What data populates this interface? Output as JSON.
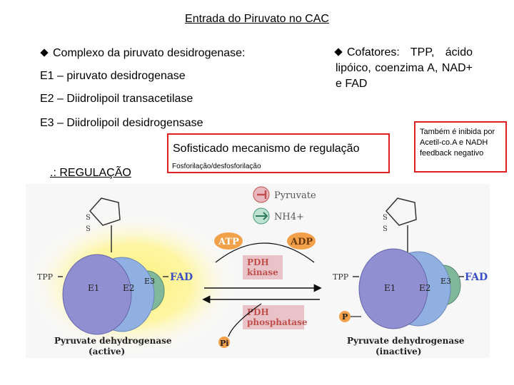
{
  "slide": {
    "title": "Entrada do Piruvato no CAC",
    "complexo": "Complexo da piruvato desidrogenase:",
    "e1": "E1 – piruvato desidrogenase",
    "e2": "E2 – Diidrolipoil transacetilase",
    "e3": "E3 – Diidrolipoil desidrogensase",
    "cofatores": "Cofatores: TPP, ácido lipóico, coenzima A, NAD+ e FAD",
    "regulacao_label": ".: REGULAÇÃO",
    "mecanismo": "Sofisticado mecanismo de regulação",
    "fosforilacao": "Fosforilação/desfosforilação",
    "inibicao": "Também é inibida por Acetil-co.A e NADH feedback negativo"
  },
  "figure": {
    "left": {
      "tpp": "TPP",
      "e1": "E1",
      "e2": "E2",
      "e3": "E3",
      "fad": "FAD",
      "caption_line1": "Pyruvate dehydrogenase",
      "caption_line2": "(active)"
    },
    "right": {
      "tpp": "TPP",
      "e1": "E1",
      "e2": "E2",
      "e3": "E3",
      "fad": "FAD",
      "phosphate": "P",
      "caption_line1": "Pyruvate dehydrogenase",
      "caption_line2": "(inactive)"
    },
    "pyruvate": "Pyruvate",
    "nh4": "NH4+",
    "atp": "ATP",
    "adp": "ADP",
    "kinase_line1": "PDH",
    "kinase_line2": "kinase",
    "phosphatase_line1": "PDH",
    "phosphatase_line2": "phosphatase",
    "pi": "Pi",
    "colors": {
      "e1": "#8f8fd2",
      "e2": "#8fb0e0",
      "e3": "#7fb89a",
      "fad": "#3a4fc4",
      "atp_adp": "#f3a04a",
      "pdh_box": "#e9c3c8",
      "pdh_text": "#c0504d",
      "red": "#e02020"
    }
  }
}
